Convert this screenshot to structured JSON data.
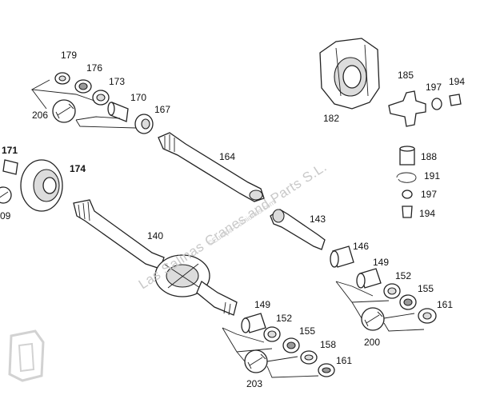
{
  "diagram": {
    "part_labels": {
      "p179": "179",
      "p176": "176",
      "p173": "173",
      "p170": "170",
      "p167": "167",
      "p206": "206",
      "p164": "164",
      "p171": "171",
      "p174": "174",
      "p09": "09",
      "p140": "140",
      "p182": "182",
      "p185": "185",
      "p197a": "197",
      "p194a": "194",
      "p188": "188",
      "p191": "191",
      "p197b": "197",
      "p194b": "194",
      "p143": "143",
      "p146": "146",
      "p149a": "149",
      "p152a": "152",
      "p155a": "155",
      "p161a": "161",
      "p200": "200",
      "p149b": "149",
      "p152b": "152",
      "p155b": "155",
      "p158": "158",
      "p161b": "161",
      "p203": "203"
    },
    "watermark": {
      "main": "Las Salinas Cranes and Parts S.L.",
      "sub": "©Europa-Camiones.com"
    }
  },
  "colors": {
    "ink": "#222222",
    "watermark": "#c8c8c8",
    "background": "#ffffff"
  }
}
